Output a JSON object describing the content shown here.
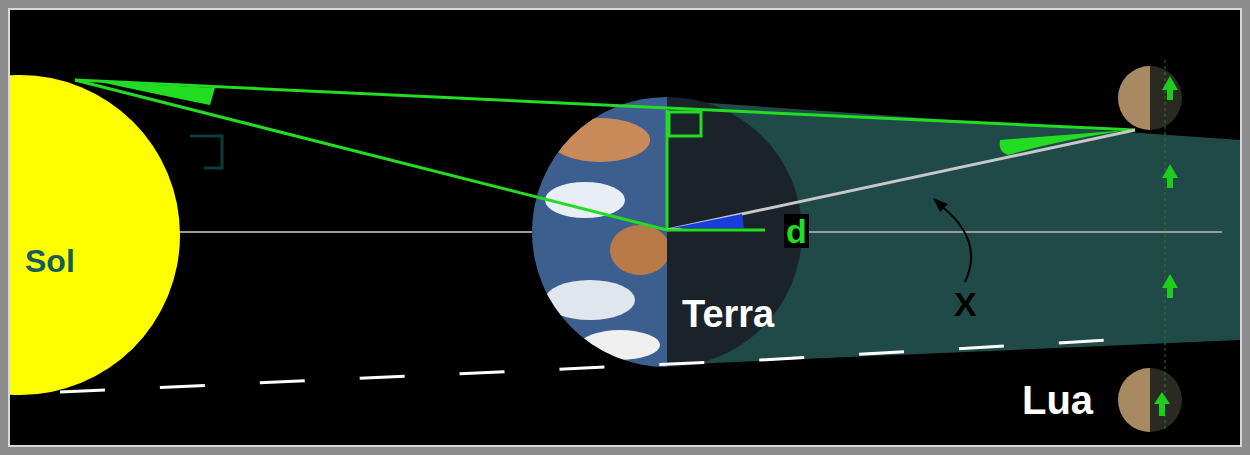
{
  "diagram": {
    "nodes": [
      {
        "text": [
          "Sol"
        ]
      },
      {
        "text": [
          "Terra"
        ]
      }
    ],
    "labels": [
      "d",
      "X",
      "Lua"
    ]
  }
}
